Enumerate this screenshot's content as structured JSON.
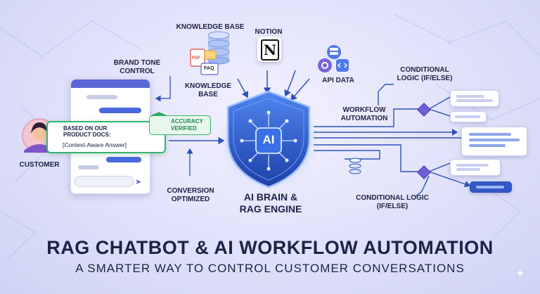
{
  "labels": {
    "knowledge_base_top": "KNOWLEDGE BASE",
    "notion": "NOTION",
    "brand_tone": "BRAND TONE\nCONTROL",
    "knowledge_base_mid": "KNOWLEDGE\nBASE",
    "api_data": "API DATA",
    "workflow_automation": "WORKFLOW\nAUTOMATION",
    "conditional_top": "CONDITIONAL\nLOGIC (IF/ELSE)",
    "conditional_bottom": "CONDITIONAL LOGIC\n(IF/ELSE)",
    "customer": "CUSTOMER",
    "conversion": "CONVERSION\nOPTIMIZED",
    "ai_brain": "AI BRAIN &\nRAG ENGINE"
  },
  "shield_text": "AI",
  "doc_icons": {
    "pdf": "PDF",
    "faq": "FAQ"
  },
  "chat": {
    "answer_title": "BASED ON OUR\nPRODUCT DOCS:",
    "answer_body": "[Context-Aware Answer]",
    "verified": "ACCURACY\nVERIFIED"
  },
  "notion_letter": "N",
  "titles": {
    "main": "RAG CHATBOT & AI WORKFLOW AUTOMATION",
    "sub": "A SMARTER WAY TO CONTROL CUSTOMER CONVERSATIONS"
  },
  "colors": {
    "shield": "#2f5fd8",
    "accent_green": "#35b56b",
    "flow_line": "#2c52b8",
    "diamond": "#6d5fd6"
  }
}
